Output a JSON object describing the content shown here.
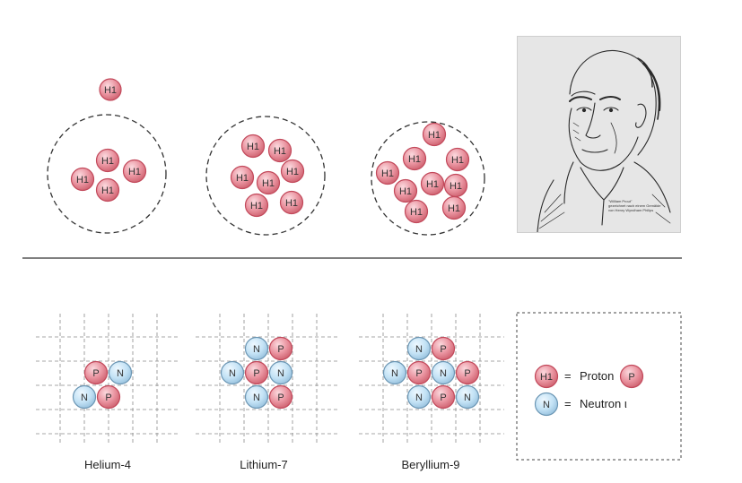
{
  "colors": {
    "proton_fill": "#e8909c",
    "proton_stroke": "#c2485a",
    "neutron_fill": "#b9dcf2",
    "neutron_stroke": "#6b96b4",
    "grid": "#8a8a8a",
    "divider": "#333333"
  },
  "hydrogen_label": "H1",
  "nuclei_top": [
    {
      "name": "free-hydrogen",
      "count": 1
    },
    {
      "name": "cluster-4",
      "count": 4
    },
    {
      "name": "cluster-7",
      "count": 7
    },
    {
      "name": "cluster-9",
      "count": 9
    }
  ],
  "portrait": {
    "caption_line1": "\"William Prout\"",
    "caption_line2": "gezeichnet nach einem Gemälde",
    "caption_line3": "von Henry Wyndham Philips"
  },
  "isotopes": [
    {
      "name": "Helium-4",
      "rows": [
        "PN",
        "NP"
      ]
    },
    {
      "name": "Lithium-7",
      "rows": [
        "NP",
        "NPN",
        "NP"
      ]
    },
    {
      "name": "Beryllium-9",
      "rows": [
        "NP",
        "NPNP",
        "NPN"
      ]
    }
  ],
  "legend": {
    "proton_symbol": "H1",
    "proton_text": "Proton",
    "proton_alt": "P",
    "neutron_symbol": "N",
    "neutron_text": "Neutron ι",
    "equals": "="
  }
}
